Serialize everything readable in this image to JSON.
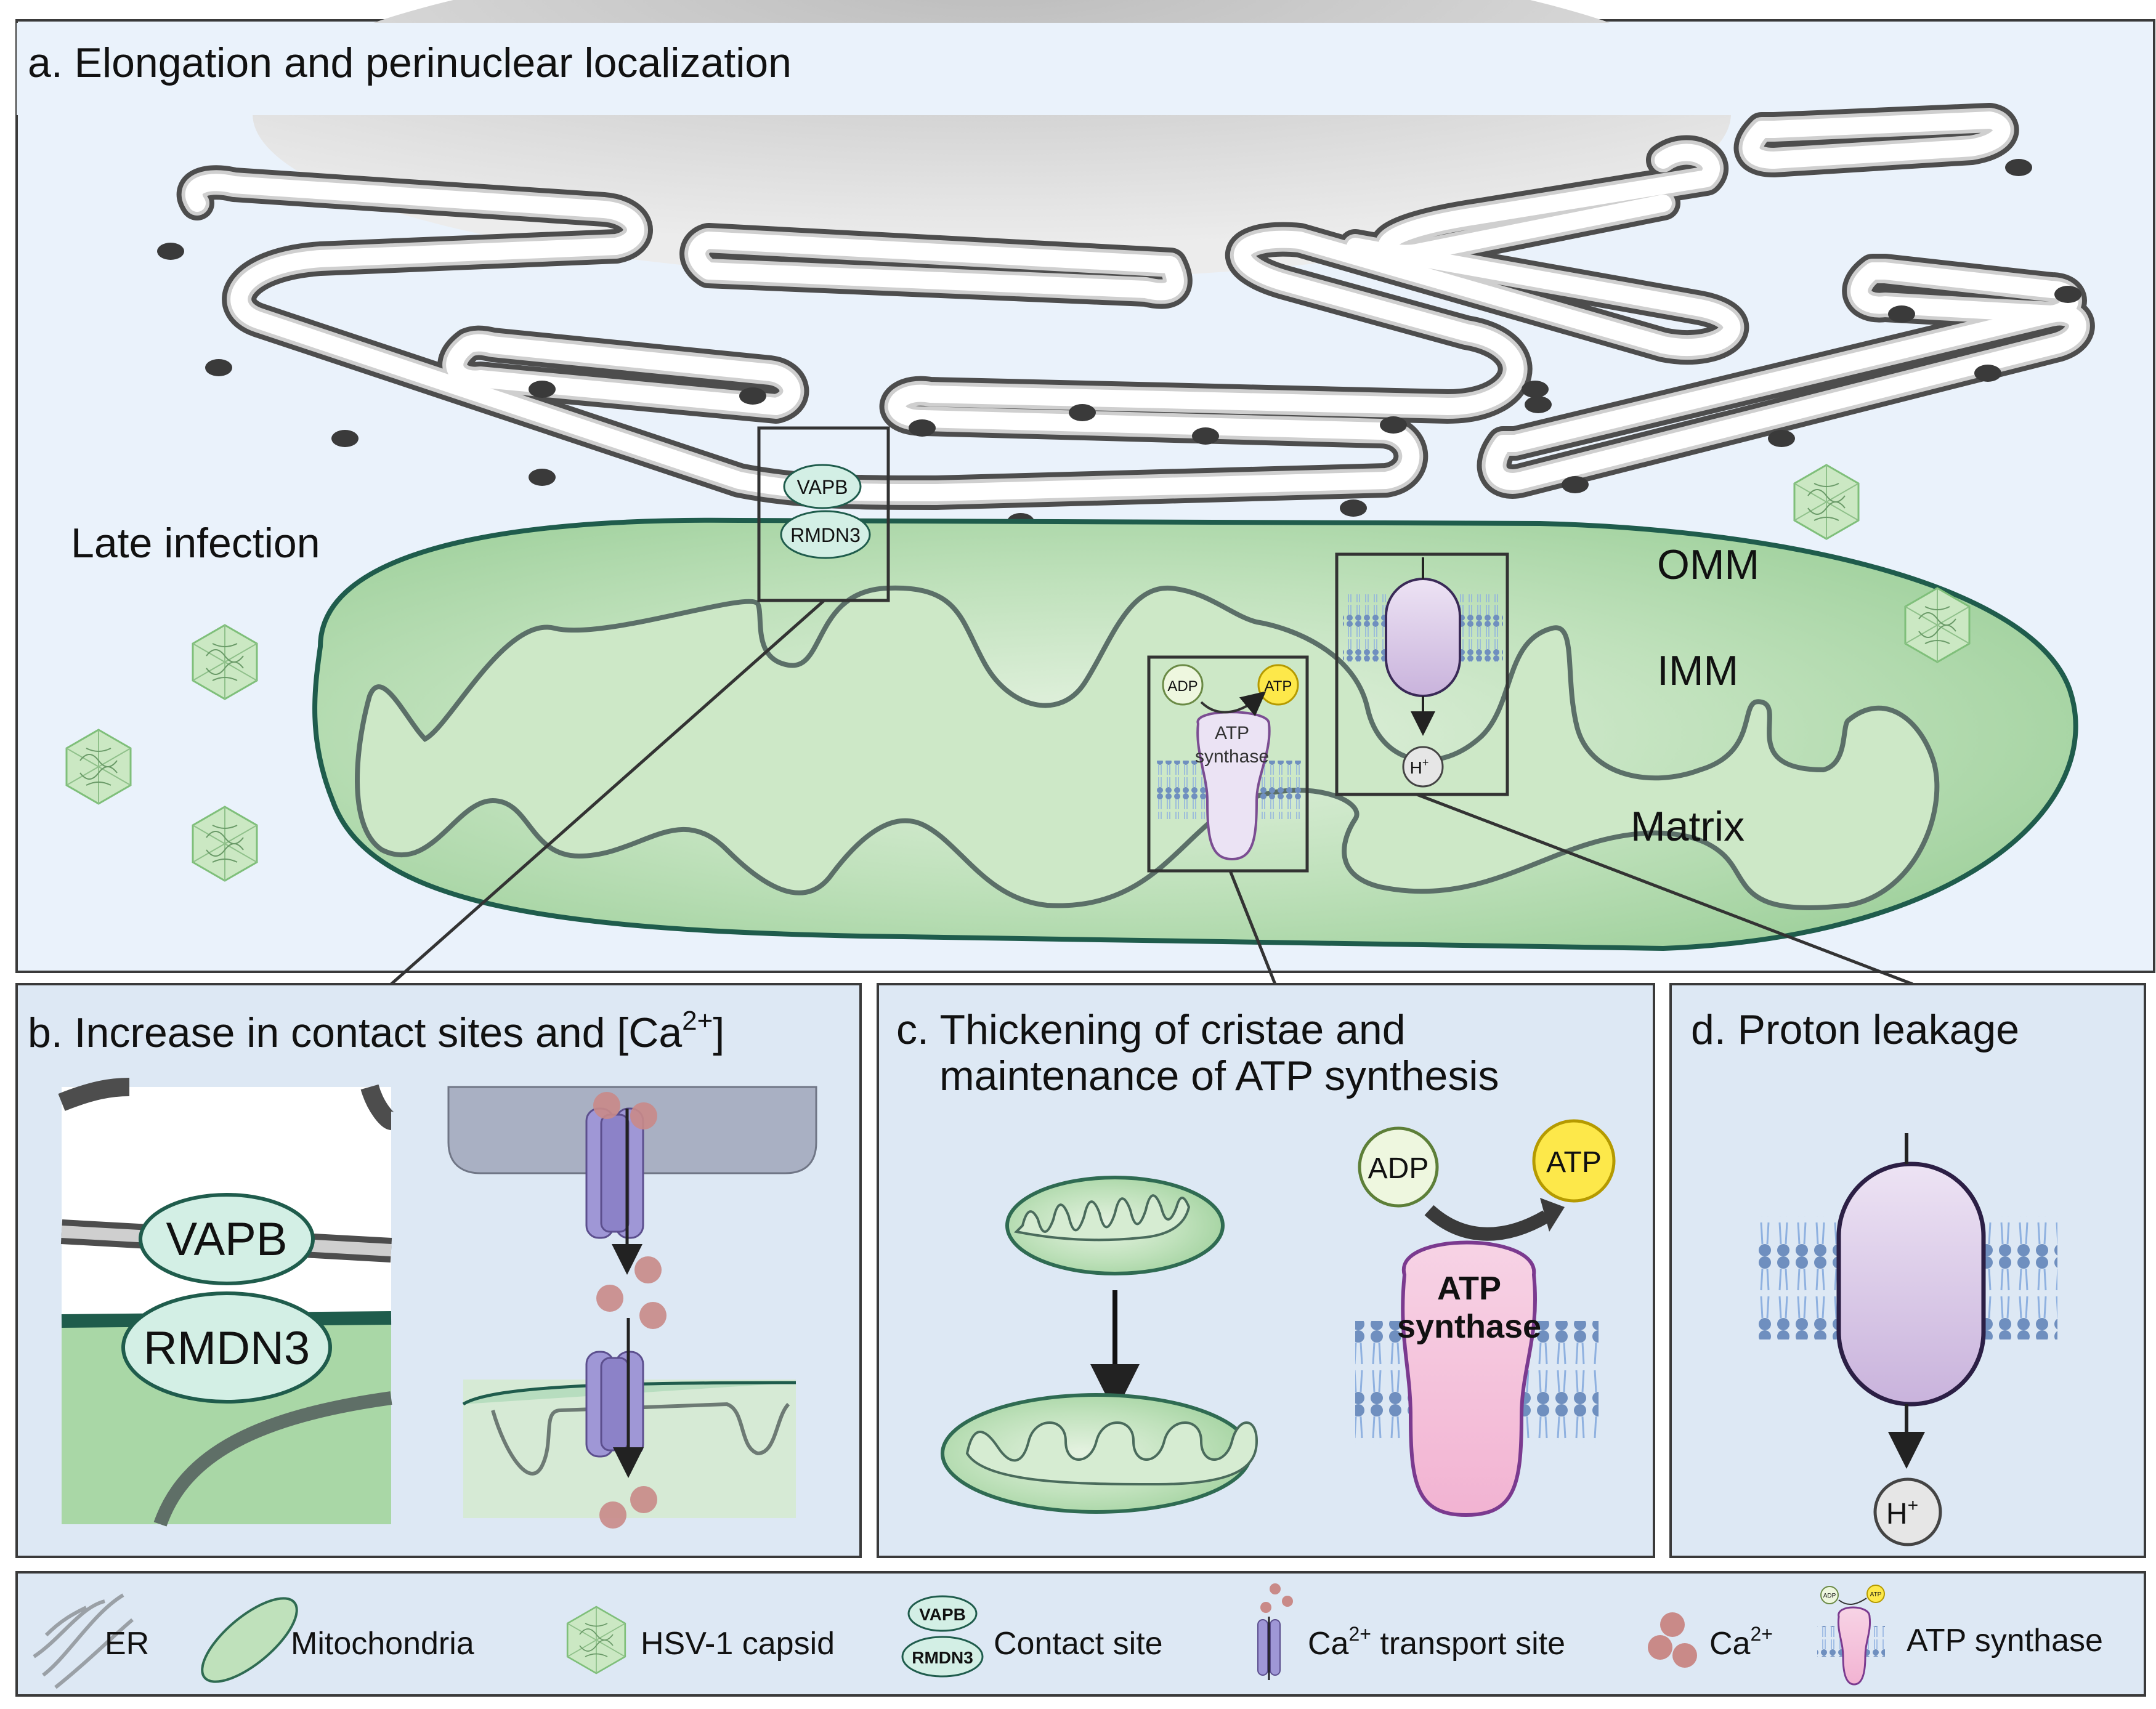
{
  "panel_a": {
    "title": "a. Elongation and perinuclear localization",
    "late_infection": "Late infection",
    "omm": "OMM",
    "imm": "IMM",
    "matrix": "Matrix",
    "vapb": "VAPB",
    "rmdn3": "RMDN3",
    "adp": "ADP",
    "atp": "ATP",
    "atp_synthase_line1": "ATP",
    "atp_synthase_line2": "synthase",
    "h_plus": "H",
    "h_sup": "+"
  },
  "panel_b": {
    "title_main": "b. Increase in contact sites and [Ca",
    "title_sup": "2+",
    "title_end": "]",
    "vapb": "VAPB",
    "rmdn3": "RMDN3"
  },
  "panel_c": {
    "title_line1": "c. Thickening of cristae and",
    "title_line2": "maintenance of ATP synthesis",
    "adp": "ADP",
    "atp": "ATP",
    "synthase_line1": "ATP",
    "synthase_line2": "synthase"
  },
  "panel_d": {
    "title": "d. Proton leakage",
    "h_plus": "H",
    "h_sup": "+"
  },
  "legend": {
    "er": "ER",
    "mito": "Mitochondria",
    "capsid": "HSV-1 capsid",
    "contact": "Contact site",
    "contact_vapb": "VAPB",
    "contact_rmdn3": "RMDN3",
    "transport_main": "Ca",
    "transport_sup": "2+",
    "transport_end": " transport site",
    "ca_main": "Ca",
    "ca_sup": "2+",
    "atp_synthase": "ATP synthase",
    "mini_adp": "ADP",
    "mini_atp": "ATP"
  },
  "colors": {
    "panel_bg": "#dde8f4",
    "mito_fill": "#a9d7a6",
    "mito_edge": "#1f5c4c",
    "er_stroke": "#5a5a5a",
    "contact_protein": "#d3efe5",
    "synthase": "#f5c8df",
    "channel": "#9f97d6",
    "ca_ion": "#c98a88",
    "atp_yellow": "#fde84a"
  }
}
